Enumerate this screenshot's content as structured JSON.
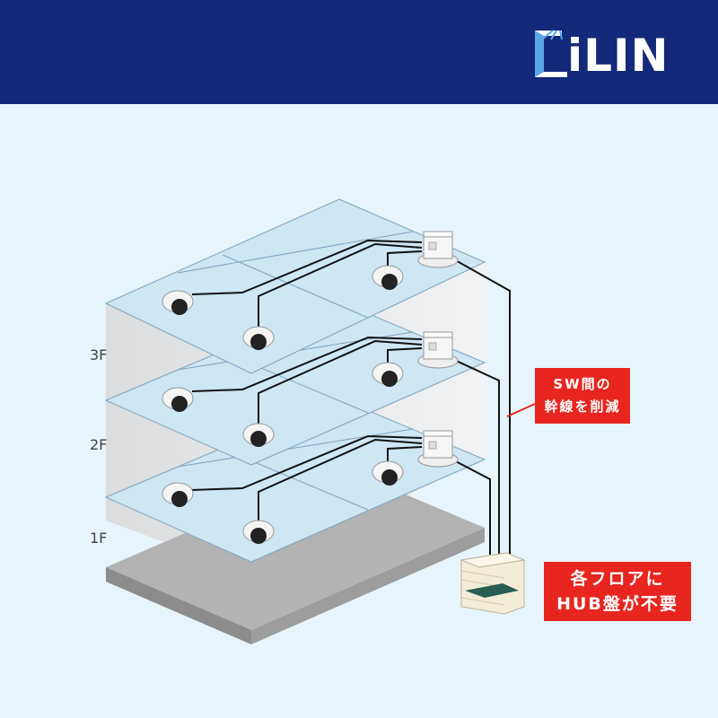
{
  "brand": {
    "name": "iLIN",
    "icon": "lamp-icon"
  },
  "floors": [
    {
      "label": "3F"
    },
    {
      "label": "2F"
    },
    {
      "label": "1F"
    }
  ],
  "callouts": {
    "backbone": {
      "line1": "SW間の",
      "line2": "幹線を削減"
    },
    "hub": {
      "line1": "各フロアに",
      "line2": "HUB盤が不要"
    }
  },
  "colors": {
    "header": "#13297a",
    "background": "#e8f4fb",
    "floor_plate": "#cfe6f3",
    "callout": "#e8251f",
    "cable": "#111111"
  }
}
